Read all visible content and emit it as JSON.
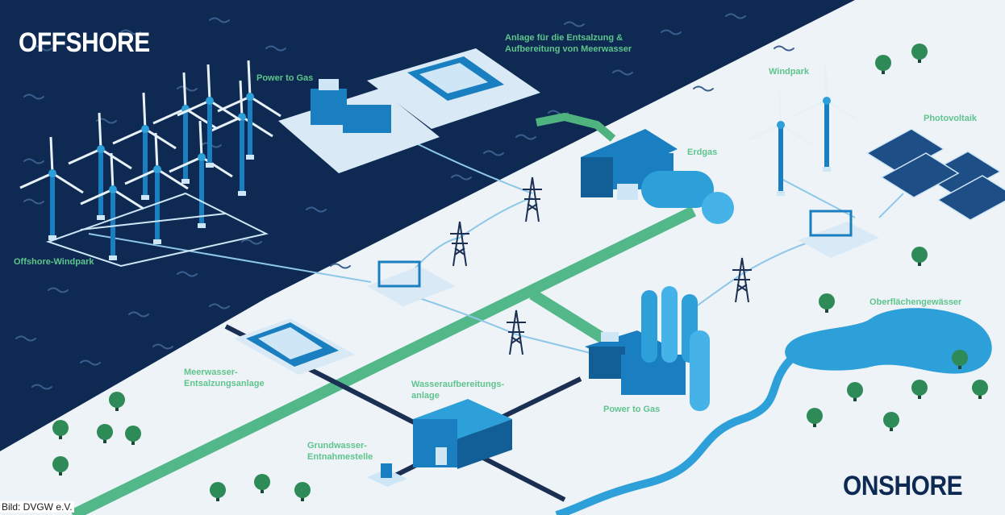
{
  "regions": {
    "offshore_title": "OFFSHORE",
    "onshore_title": "ONSHORE"
  },
  "labels": {
    "power_to_gas_offshore": "Power to Gas",
    "desalination_plant_top": [
      "Anlage für die Entsalzung &",
      "Aufbereitung von Meerwasser"
    ],
    "windpark": "Windpark",
    "photovoltaik": "Photovoltaik",
    "erdgas": "Erdgas",
    "offshore_windpark": "Offshore-Windpark",
    "oberflaechengewaesser": "Oberflächengewässer",
    "meerwasser_entsalzungsanlage": [
      "Meerwasser-",
      "Entsalzungsanlage"
    ],
    "wasseraufbereitungsanlage": [
      "Wasseraufbereitungs-",
      "anlage"
    ],
    "power_to_gas_onshore": "Power to Gas",
    "grundwasser_entnahmestelle": [
      "Grundwasser-",
      "Entnahmestelle"
    ]
  },
  "credit": "Bild: DVGW e.V.",
  "colors": {
    "sea": "#0e2a52",
    "land": "#eef3f8",
    "label_green": "#5fc48d",
    "pipeline_green": "#52b889",
    "structure_blue": "#1a7fc0",
    "water_blue": "#2d9fd9",
    "tree_green": "#2e8b57"
  }
}
